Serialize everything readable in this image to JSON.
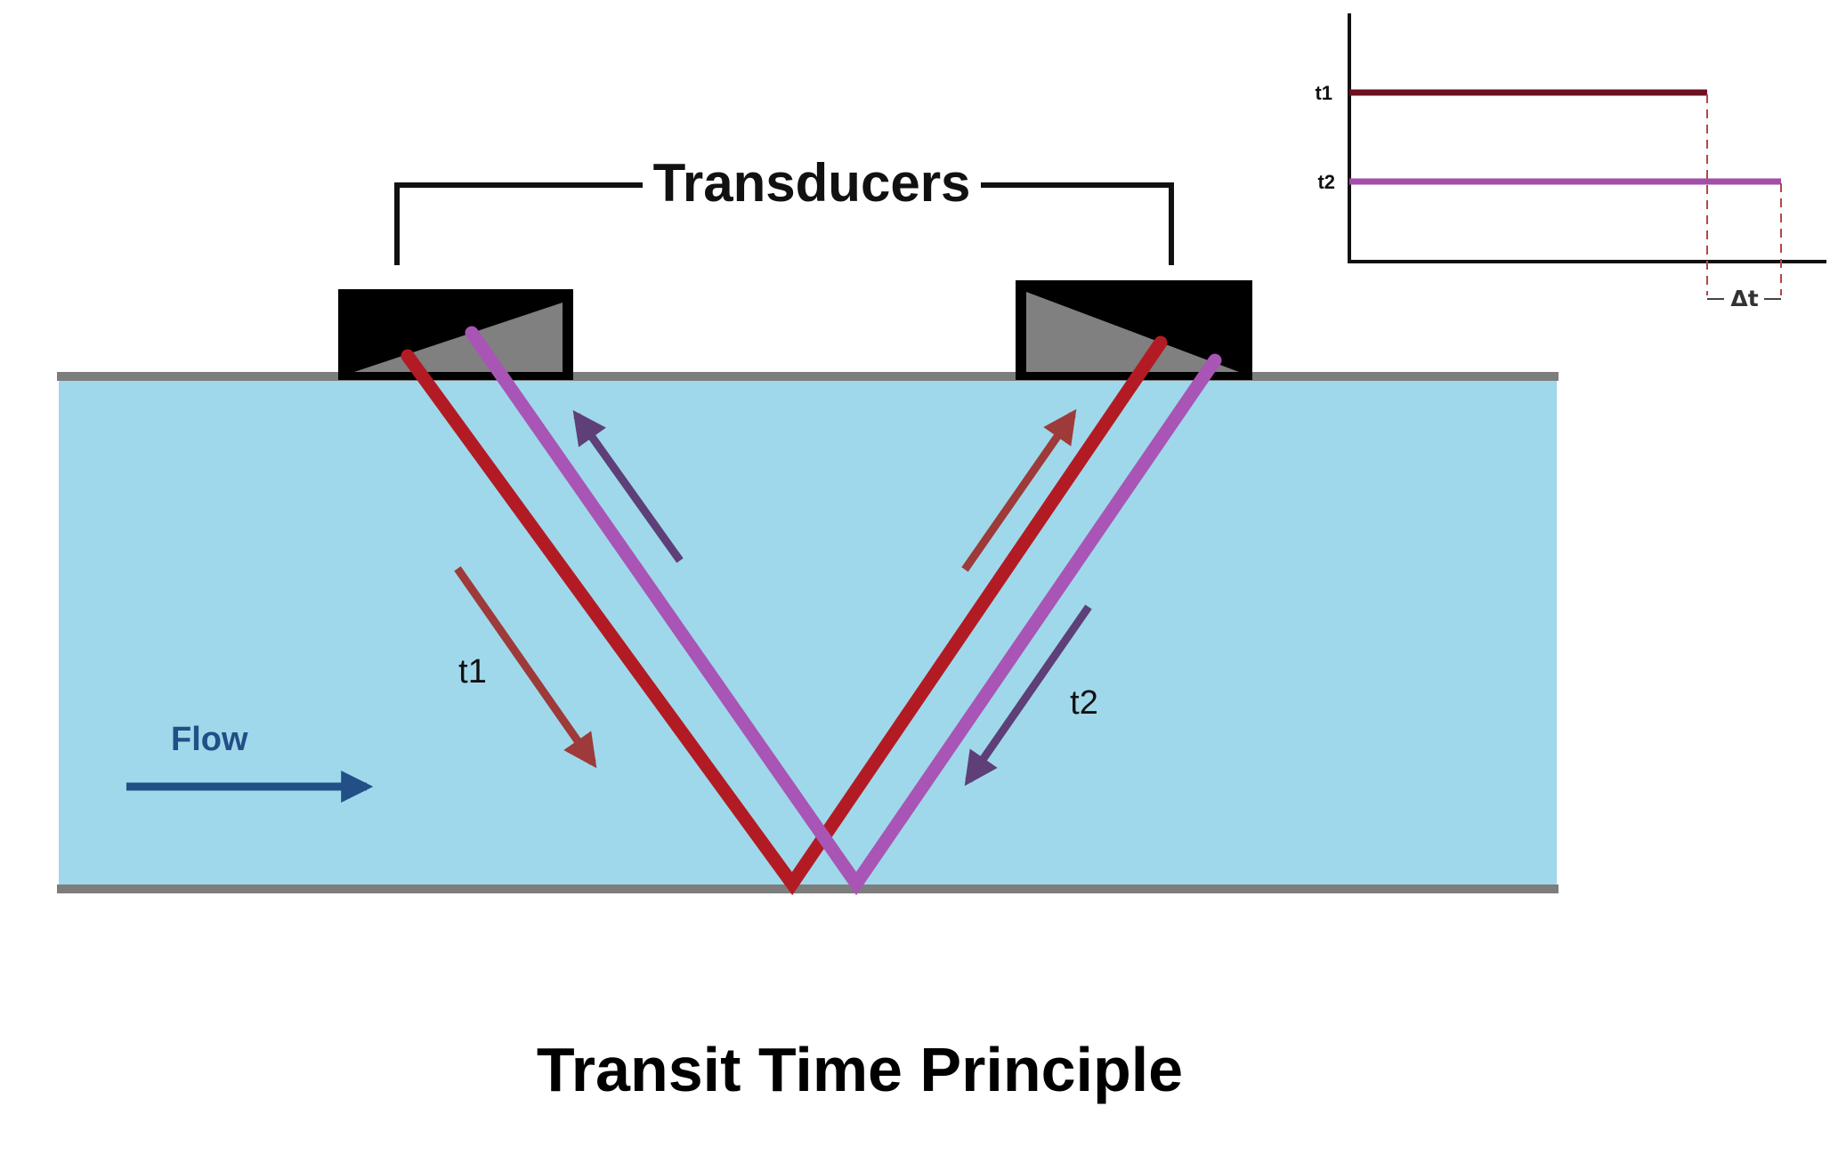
{
  "labels": {
    "transducers": "Transducers",
    "flow": "Flow",
    "t1_path": "t1",
    "t2_path": "t2",
    "chart_t1": "t1",
    "chart_t2": "t2",
    "delta_t": "Δt",
    "caption": "Transit Time Principle"
  },
  "colors": {
    "background": "#ffffff",
    "fluid": "#9fd8ea",
    "pipe_wall": "#7d7d7d",
    "transducer_body": "#000000",
    "transducer_wedge": "#808080",
    "beam_t1": "#b31b24",
    "beam_t2": "#a855b5",
    "arrow_t1": "#9e3a3a",
    "arrow_t2": "#5e3f78",
    "flow": "#214f86",
    "chart_t1": "#6e1020",
    "chart_t2": "#a24ea8"
  }
}
